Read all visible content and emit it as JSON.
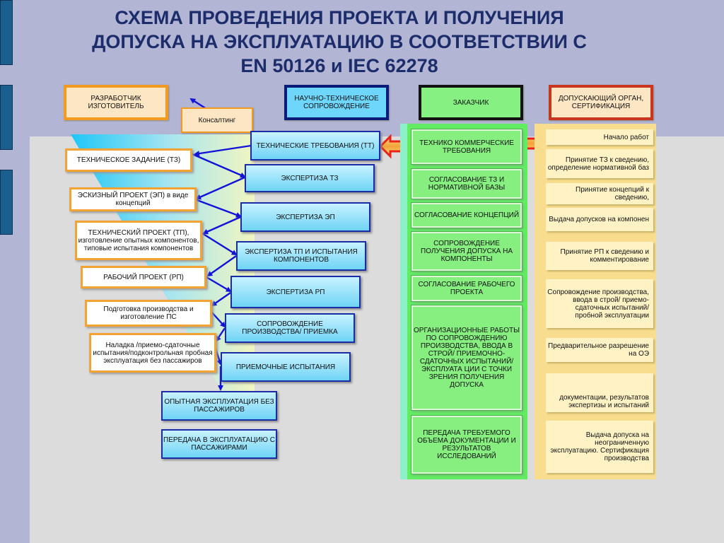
{
  "title": {
    "line1": "СХЕМА  ПРОВЕДЕНИЯ  ПРОЕКТА  И  ПОЛУЧЕНИЯ",
    "line2": "ДОПУСКА  НА  ЭКСПЛУАТАЦИЮ  В  СООТВЕТСТВИИ  С",
    "line3": "EN  50126 и IEC 62278"
  },
  "headers": {
    "developer": "РАЗРАБОТЧИК ИЗГОТОВИТЕЛЬ",
    "scientific": "НАУЧНО-ТЕХНИЧЕСКОЕ СОПРОВОЖДЕНИЕ",
    "customer": "ЗАКАЗЧИК",
    "authority": "ДОПУСКАЮЩИЙ ОРГАН, СЕРТИФИКАЦИЯ"
  },
  "consulting": "Консалтинг",
  "developer_steps": [
    "ТЕХНИЧЕСКОЕ ЗАДАНИЕ (ТЗ)",
    "ЭСКИЗНЫЙ ПРОЕКТ (ЭП) в виде концепций",
    "ТЕХНИЧЕСКИЙ ПРОЕКТ (ТП), изготовление опытных компонентов, типовые испытания компонентов",
    "РАБОЧИЙ ПРОЕКТ (РП)",
    "Подготовка производства и изготовление ПС",
    "Наладка /приемо-сдаточные испытания/подконтрольная пробная эксплуатация без пассажиров"
  ],
  "support_steps": [
    "ТЕХНИЧЕСКИЕ ТРЕБОВАНИЯ (ТТ)",
    "ЭКСПЕРТИЗА ТЗ",
    "ЭКСПЕРТИЗА  ЭП",
    "ЭКСПЕРТИЗА ТП И ИСПЫТАНИЯ КОМПОНЕНТОВ",
    "ЭКСПЕРТИЗА РП",
    "СОПРОВОЖДЕНИЕ ПРОИЗВОДСТВА/ ПРИЕМКА",
    "ПРИЕМОЧНЫЕ ИСПЫТАНИЯ",
    "ОПЫТНАЯ ЭКСПЛУАТАЦИЯ БЕЗ ПАССАЖИРОВ",
    "ПЕРЕДАЧА В ЭКСПЛУАТАЦИЮ С ПАССАЖИРАМИ"
  ],
  "customer_steps": [
    "ТЕХНИКО КОММЕРЧЕСКИЕ ТРЕБОВАНИЯ",
    "СОГЛАСОВАНИЕ ТЗ И НОРМАТИВНОЙ БАЗЫ",
    "СОГЛАСОВАНИЕ КОНЦЕПЦИЙ",
    "СОПРОВОЖДЕНИЕ ПОЛУЧЕНИЯ ДОПУСКА НА КОМПОНЕНТЫ",
    "СОГЛАСОВАНИЕ РАБОЧЕГО ПРОЕКТА",
    "ОРГАНИЗАЦИОННЫЕ РАБОТЫ ПО СОПРОВОЖДЕНИЮ ПРОИЗВОДСТВА, ВВОДА В СТРОЙ/ ПРИЕМОЧНО-СДАТОЧНЫХ ИСПЫТАНИЙ/ЭКСПЛУАТА ЦИИ С ТОЧКИ ЗРЕНИЯ ПОЛУЧЕНИЯ ДОПУСКА",
    "ПЕРЕДАЧА ТРЕБУЕМОГО ОБЪЕМА ДОКУМЕНТАЦИИ И РЕЗУЛЬТАТОВ ИССЛЕДОВАНИЙ"
  ],
  "authority_steps": [
    "Начало работ",
    "Принятие ТЗ к сведению, определение нормативной баз",
    "Принятие концепций к сведению,",
    "Выдача допусков на компонен",
    "Принятие РП к сведению и комментирование",
    "Сопровождение производства, ввода в строй/ приемо-сдаточных испытаний/ пробной эксплуатации",
    "Предварительное разрешение на ОЭ",
    "документации, результатов экспертизы и испытаний",
    "Выдача допуска на неограниченную эксплуатацию. Сертификация производства"
  ],
  "colors": {
    "title": "#1d2c6a",
    "developer_border": "#f39a21",
    "support_border": "#1a2da6",
    "customer_fill": "#86ef80",
    "authority_fill": "#fff3c6",
    "connector": "#1212d8",
    "arrow_red": "#e8231a"
  }
}
